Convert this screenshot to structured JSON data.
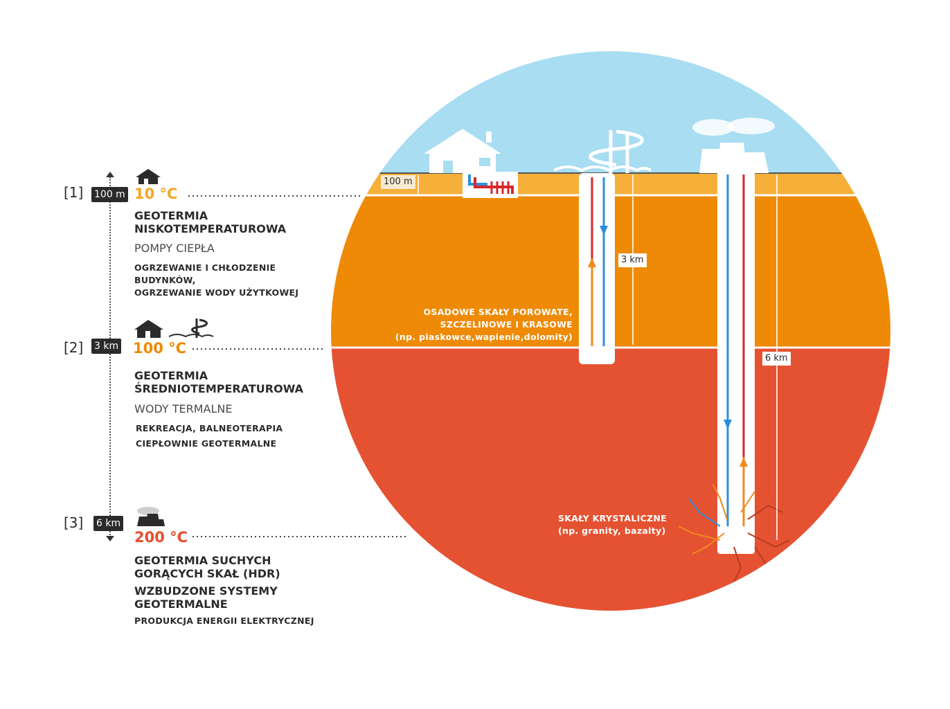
{
  "levels": [
    {
      "index": "[1]",
      "depth": "100 m",
      "temperature": "10 °C",
      "title_line1": "GEOTERMIA",
      "title_line2": "NISKOTEMPERATUROWA",
      "subtitle": "POMPY CIEPŁA",
      "desc_line1": "OGRZEWANIE I CHŁODZENIE",
      "desc_line2": "BUDYNKÓW,",
      "desc_line3": "OGRZEWANIE WODY UŻYTKOWEJ"
    },
    {
      "index": "[2]",
      "depth": "3 km",
      "temperature": "100 °C",
      "title_line1": "GEOTERMIA",
      "title_line2": "ŚREDNIOTEMPERATUROWA",
      "subtitle": "WODY TERMALNE",
      "desc_line1": "REKREACJA, BALNEOTERAPIA",
      "desc_line2": "CIEPŁOWNIE GEOTERMALNE"
    },
    {
      "index": "[3]",
      "depth": "6 km",
      "temperature": "200 °C",
      "title_line1": "GEOTERMIA SUCHYCH",
      "title_line2": "GORĄCYCH SKAŁ (HDR)",
      "title_line3": "WZBUDZONE SYSTEMY",
      "title_line4": "GEOTERMALNE",
      "desc_line1": "PRODUKCJA ENERGII ELEKTRYCZNEJ"
    }
  ],
  "diagram": {
    "label_100m": "100 m",
    "label_3km": "3 km",
    "label_6km": "6 km",
    "sedimentary_line1": "OSADOWE SKAŁY POROWATE,",
    "sedimentary_line2": "SZCZELINOWE I KRASOWE",
    "sedimentary_line3": "(np. piaskowce,wapienie,dolomity)",
    "crystalline_line1": "SKAŁY KRYSTALICZNE",
    "crystalline_line2": "(np. granity, bazalty)"
  },
  "colors": {
    "sky": "#A8DDF2",
    "layer_shallow": "#F6B03A",
    "layer_sedimentary": "#EE8A06",
    "layer_crystalline": "#E55232",
    "pipe_cold": "#2E8FD8",
    "pipe_hot": "#D8262B",
    "pipe_warm": "#F08A1C",
    "badge": "#2B2B2B"
  },
  "icons": [
    "house-icon",
    "thermal-park-icon",
    "power-plant-icon"
  ]
}
